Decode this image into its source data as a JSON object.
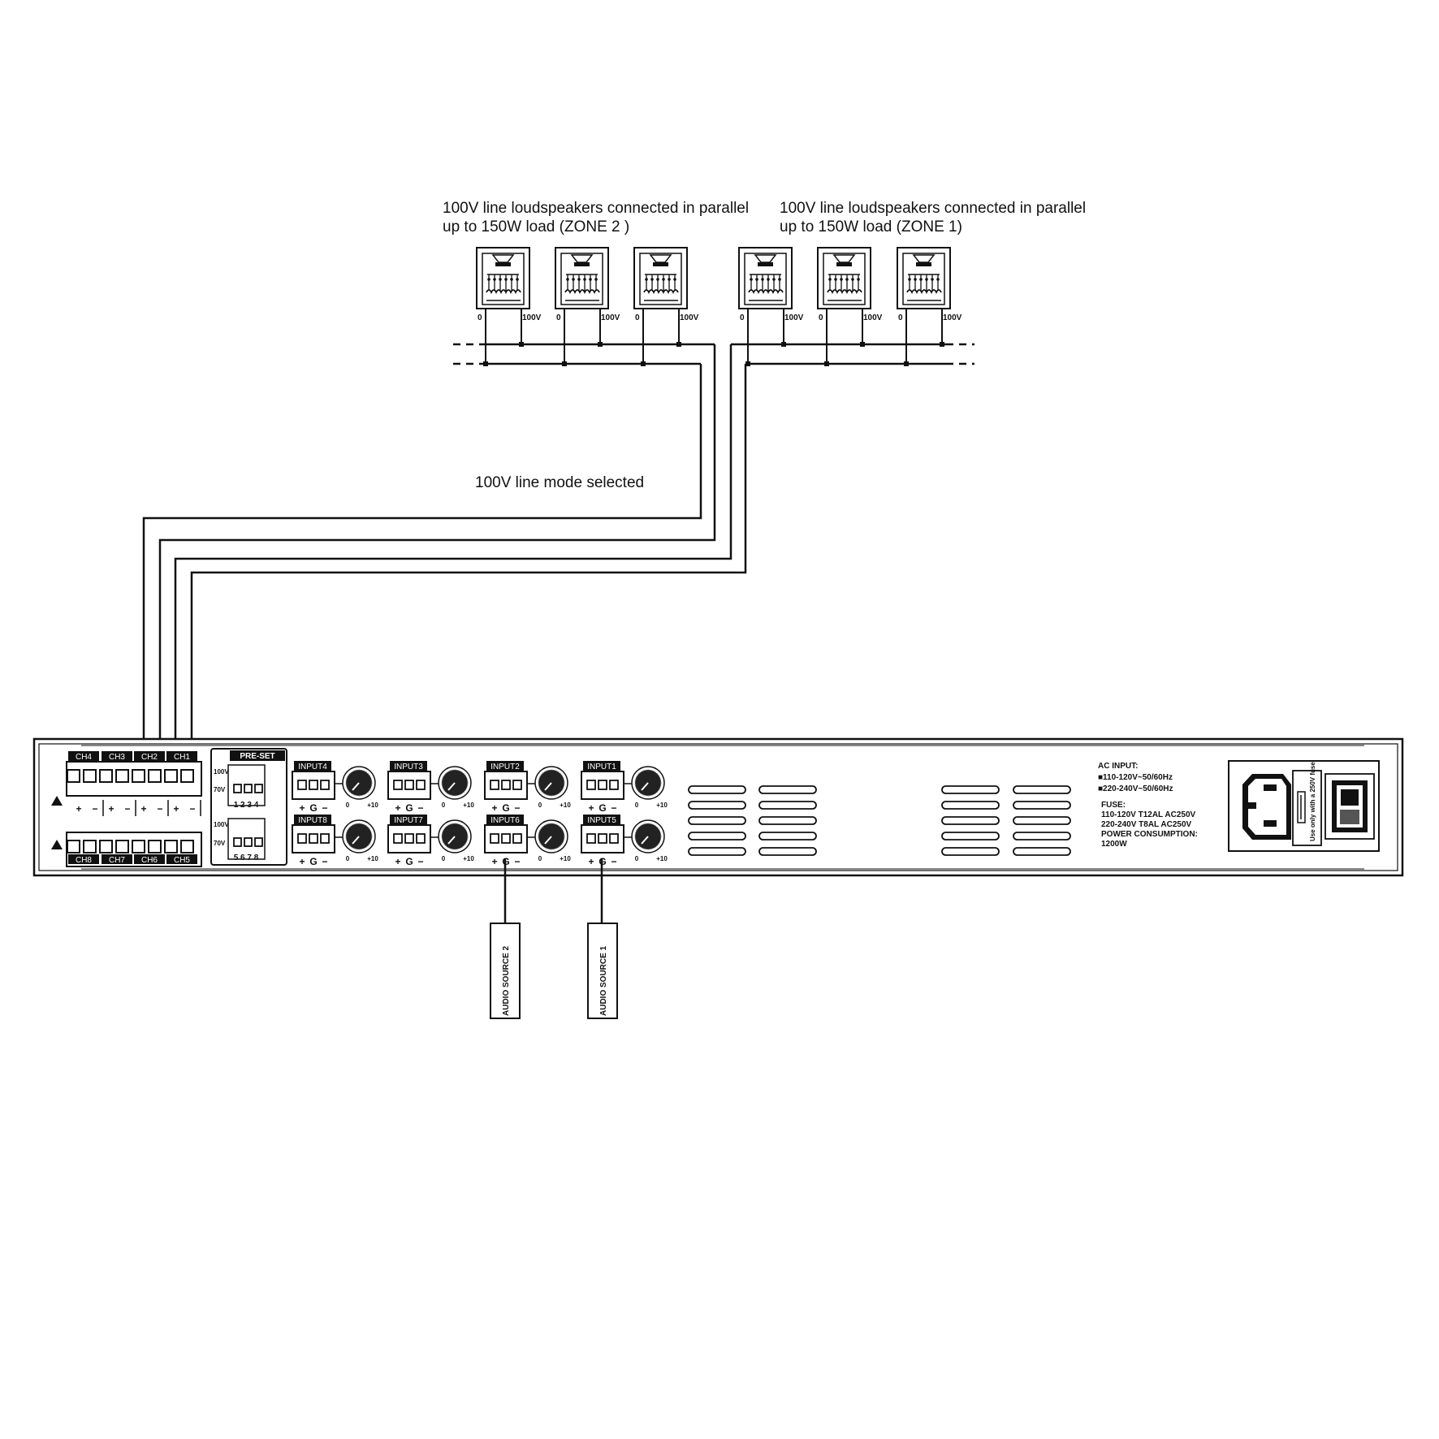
{
  "captions": {
    "zone2_line1": "100V line loudspeakers connected in parallel",
    "zone2_line2": "up to 150W load (ZONE 2 )",
    "zone1_line1": "100V line loudspeakers connected in parallel",
    "zone1_line2": "up to 150W load (ZONE 1)",
    "mode": "100V line mode selected"
  },
  "speaker_taps": {
    "zero": "0",
    "hundred": "100V"
  },
  "outputs": {
    "top_labels": [
      "CH4",
      "CH3",
      "CH2",
      "CH1"
    ],
    "bottom_labels": [
      "CH8",
      "CH7",
      "CH6",
      "CH5"
    ],
    "polarity": [
      "+",
      "−"
    ]
  },
  "preset": {
    "title": "PRE-SET",
    "v100": "100V",
    "v70": "70V",
    "top_numbers": "1 2 3 4",
    "bottom_numbers": "5 6 7 8"
  },
  "inputs": {
    "top": [
      "INPUT4",
      "INPUT3",
      "INPUT2",
      "INPUT1"
    ],
    "bottom": [
      "INPUT8",
      "INPUT7",
      "INPUT6",
      "INPUT5"
    ],
    "pins": [
      "+",
      "G",
      "−"
    ],
    "knob_min": "0",
    "knob_max": "+10"
  },
  "ac_info": {
    "title": "AC INPUT:",
    "line1": "■110-120V~50/60Hz",
    "line2": "■220-240V~50/60Hz",
    "fuse_title": "FUSE:",
    "fuse1": "110-120V T12AL AC250V",
    "fuse2": "220-240V T8AL AC250V",
    "power_title": "POWER CONSUMPTION:",
    "power_value": "1200W"
  },
  "fuse_note": "Use only with a 250V fuse",
  "sources": {
    "source2": "AUDIO SOURCE 2",
    "source1": "AUDIO SOURCE 1"
  }
}
